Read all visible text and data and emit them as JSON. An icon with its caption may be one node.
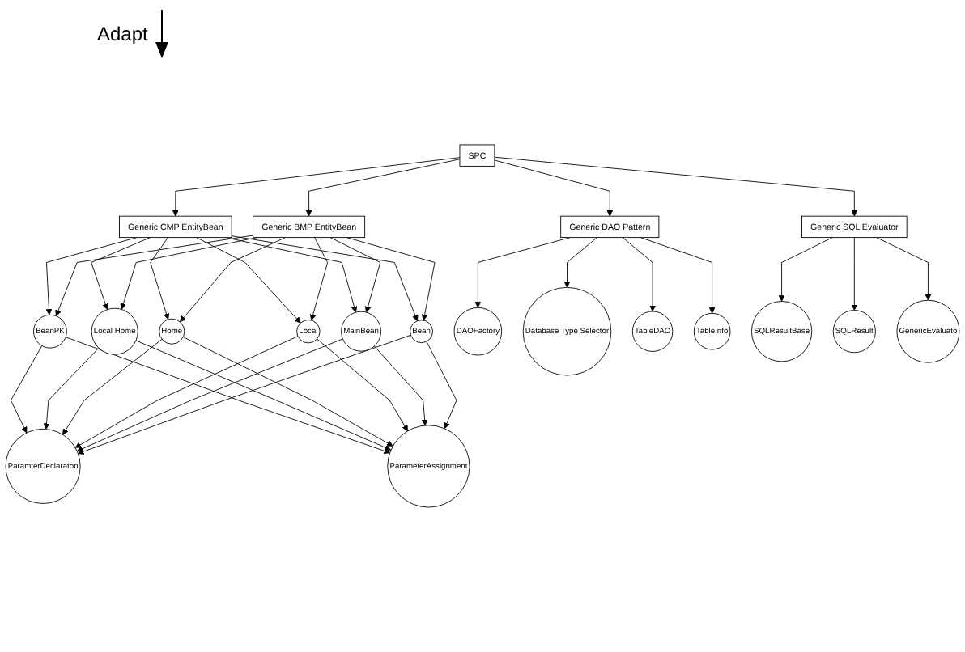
{
  "diagram": {
    "nodes": [
      {
        "text": [
          "SPC"
        ]
      },
      {
        "text": [
          "Generic CMP EntityBean"
        ]
      },
      {
        "text": [
          "Generic BMP EntityBean"
        ]
      },
      {
        "text": [
          "Generic DAO Pattern"
        ]
      },
      {
        "text": [
          "Generic SQL Evaluator"
        ]
      },
      {
        "text": [
          "BeanPK"
        ]
      },
      {
        "text": [
          "Local Home"
        ]
      },
      {
        "text": [
          "Home"
        ]
      },
      {
        "text": [
          "Local"
        ]
      },
      {
        "text": [
          "MainBean"
        ]
      },
      {
        "text": [
          "Bean"
        ]
      },
      {
        "text": [
          "ParamterDeclaraton"
        ]
      },
      {
        "text": [
          "ParameterAssignment"
        ]
      },
      {
        "text": [
          "DAOFactory"
        ]
      },
      {
        "text": [
          "Database Type Selector"
        ]
      },
      {
        "text": [
          "TableDAO"
        ]
      },
      {
        "text": [
          "TableInfo"
        ]
      },
      {
        "text": [
          "SQLResultBase"
        ]
      },
      {
        "text": [
          "SQLResult"
        ]
      },
      {
        "text": [
          "GenericEvaluato"
        ]
      }
    ],
    "edges": [
      {
        "from": 0,
        "to": 1,
        "arrow": "to"
      },
      {
        "from": 0,
        "to": 2,
        "arrow": "to"
      },
      {
        "from": 0,
        "to": 3,
        "arrow": "to"
      },
      {
        "from": 0,
        "to": 4,
        "arrow": "to"
      },
      {
        "from": 1,
        "to": 5,
        "arrow": "to"
      },
      {
        "from": 1,
        "to": 6,
        "arrow": "to"
      },
      {
        "from": 1,
        "to": 7,
        "arrow": "to"
      },
      {
        "from": 1,
        "to": 8,
        "arrow": "to"
      },
      {
        "from": 1,
        "to": 9,
        "arrow": "to"
      },
      {
        "from": 1,
        "to": 10,
        "arrow": "to"
      },
      {
        "from": 2,
        "to": 5,
        "arrow": "to"
      },
      {
        "from": 2,
        "to": 6,
        "arrow": "to"
      },
      {
        "from": 2,
        "to": 7,
        "arrow": "to"
      },
      {
        "from": 2,
        "to": 8,
        "arrow": "to"
      },
      {
        "from": 2,
        "to": 9,
        "arrow": "to"
      },
      {
        "from": 2,
        "to": 10,
        "arrow": "to"
      },
      {
        "from": 5,
        "to": 11,
        "arrow": "to"
      },
      {
        "from": 5,
        "to": 12,
        "arrow": "to"
      },
      {
        "from": 6,
        "to": 11,
        "arrow": "to"
      },
      {
        "from": 6,
        "to": 12,
        "arrow": "to"
      },
      {
        "from": 7,
        "to": 11,
        "arrow": "to"
      },
      {
        "from": 7,
        "to": 12,
        "arrow": "to"
      },
      {
        "from": 8,
        "to": 11,
        "arrow": "to"
      },
      {
        "from": 8,
        "to": 12,
        "arrow": "to"
      },
      {
        "from": 9,
        "to": 11,
        "arrow": "to"
      },
      {
        "from": 9,
        "to": 12,
        "arrow": "to"
      },
      {
        "from": 10,
        "to": 11,
        "arrow": "to"
      },
      {
        "from": 10,
        "to": 12,
        "arrow": "to"
      },
      {
        "from": 3,
        "to": 13,
        "arrow": "to"
      },
      {
        "from": 3,
        "to": 14,
        "arrow": "to"
      },
      {
        "from": 3,
        "to": 15,
        "arrow": "to"
      },
      {
        "from": 3,
        "to": 16,
        "arrow": "to"
      },
      {
        "from": 4,
        "to": 17,
        "arrow": "to"
      },
      {
        "from": 4,
        "to": 18,
        "arrow": "to"
      },
      {
        "from": 4,
        "to": 19,
        "arrow": "to"
      }
    ],
    "labels": [
      "Adapt"
    ]
  }
}
